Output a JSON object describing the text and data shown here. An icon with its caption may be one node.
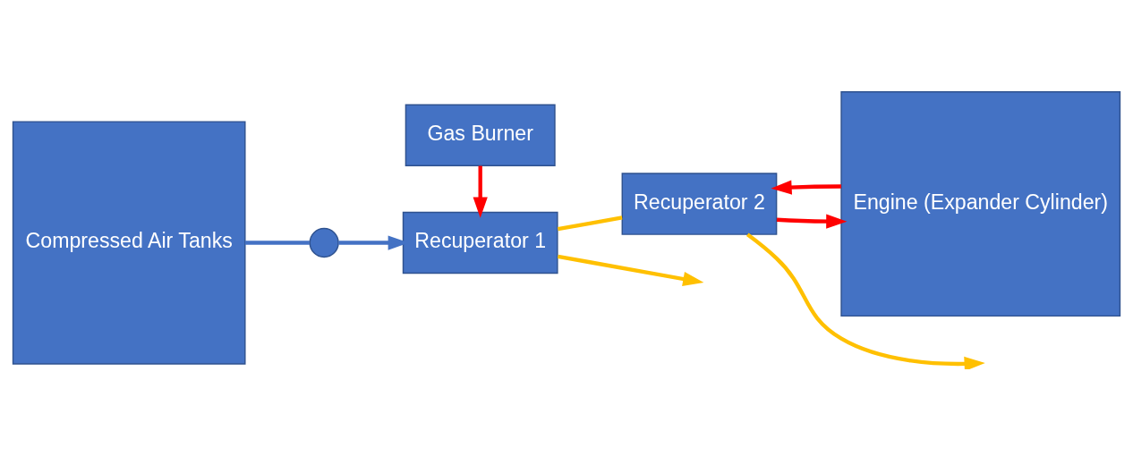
{
  "diagram": {
    "nodes": [
      {
        "text": [
          "Compressed Air Tanks"
        ]
      },
      {
        "text": [],
        "shape": "circle"
      },
      {
        "text": [
          "Recuperator 1"
        ]
      },
      {
        "text": [
          "Gas Burner"
        ]
      },
      {
        "text": [
          "Recuperator 2"
        ]
      },
      {
        "text": [
          "Engine (Expander Cylinder)"
        ]
      }
    ],
    "edges": [
      {
        "from": 0,
        "to": 1,
        "arrow": "none",
        "color": "#4472c4"
      },
      {
        "from": 1,
        "to": 2,
        "arrow": "to",
        "color": "#4472c4"
      },
      {
        "from": 2,
        "to": null,
        "arrow": "to",
        "color": "#ffc000"
      },
      {
        "from": 3,
        "to": 2,
        "arrow": "to",
        "color": "#ff0000"
      },
      {
        "from": 2,
        "to": 4,
        "arrow": "none",
        "color": "#ffc000"
      },
      {
        "from": 4,
        "to": null,
        "arrow": "to",
        "color": "#ffc000"
      },
      {
        "from": 4,
        "to": 5,
        "arrow": "to",
        "color": "#ff0000"
      },
      {
        "from": 5,
        "to": 4,
        "arrow": "to",
        "color": "#ff0000"
      }
    ]
  }
}
